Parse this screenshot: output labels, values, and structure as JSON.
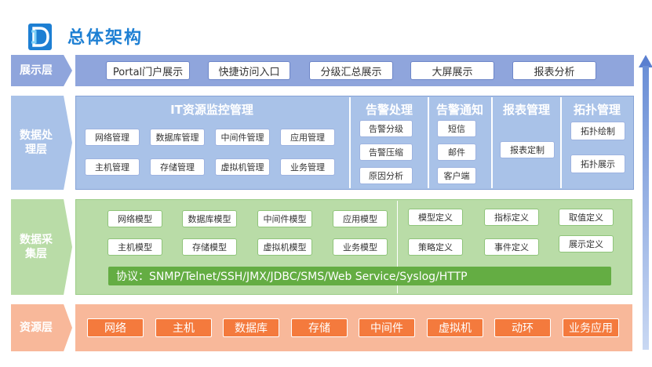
{
  "title": "总体架构",
  "colors": {
    "presentation": "#8fa5dc",
    "processing": "#a9c2e8",
    "collection": "#b9dca7",
    "resource": "#f8b89a",
    "resource_item": "#f47a3d",
    "accent": "#1d7fd3"
  },
  "layers": {
    "presentation": {
      "label": "展示层",
      "items": [
        "Portal门户展示",
        "快捷访问入口",
        "分级汇总展示",
        "大屏展示",
        "报表分析"
      ]
    },
    "processing": {
      "label_line1": "数据处",
      "label_line2": "理层",
      "it_monitoring": {
        "title": "IT资源监控管理",
        "items": [
          "网络管理",
          "数据库管理",
          "中间件管理",
          "应用管理",
          "主机管理",
          "存储管理",
          "虚拟机管理",
          "业务管理"
        ]
      },
      "alarm_processing": {
        "title": "告警处理",
        "items": [
          "告警分级",
          "告警压缩",
          "原因分析"
        ]
      },
      "alarm_notification": {
        "title": "告警通知",
        "items": [
          "短信",
          "邮件",
          "客户端"
        ]
      },
      "report_management": {
        "title": "报表管理",
        "items": [
          "报表定制"
        ]
      },
      "topology_management": {
        "title": "拓扑管理",
        "items": [
          "拓扑绘制",
          "拓扑展示"
        ]
      }
    },
    "collection": {
      "label_line1": "数据采",
      "label_line2": "集层",
      "models": [
        "网络模型",
        "数据库模型",
        "中间件模型",
        "应用模型",
        "主机模型",
        "存储模型",
        "虚拟机模型",
        "业务模型"
      ],
      "definitions": [
        "模型定义",
        "指标定义",
        "取值定义",
        "策略定义",
        "事件定义",
        "展示定义"
      ],
      "protocol": "协议：SNMP/Telnet/SSH/JMX/JDBC/SMS/Web Service/Syslog/HTTP"
    },
    "resource": {
      "label": "资源层",
      "items": [
        "网络",
        "主机",
        "数据库",
        "存储",
        "中间件",
        "虚拟机",
        "动环",
        "业务应用"
      ]
    }
  }
}
